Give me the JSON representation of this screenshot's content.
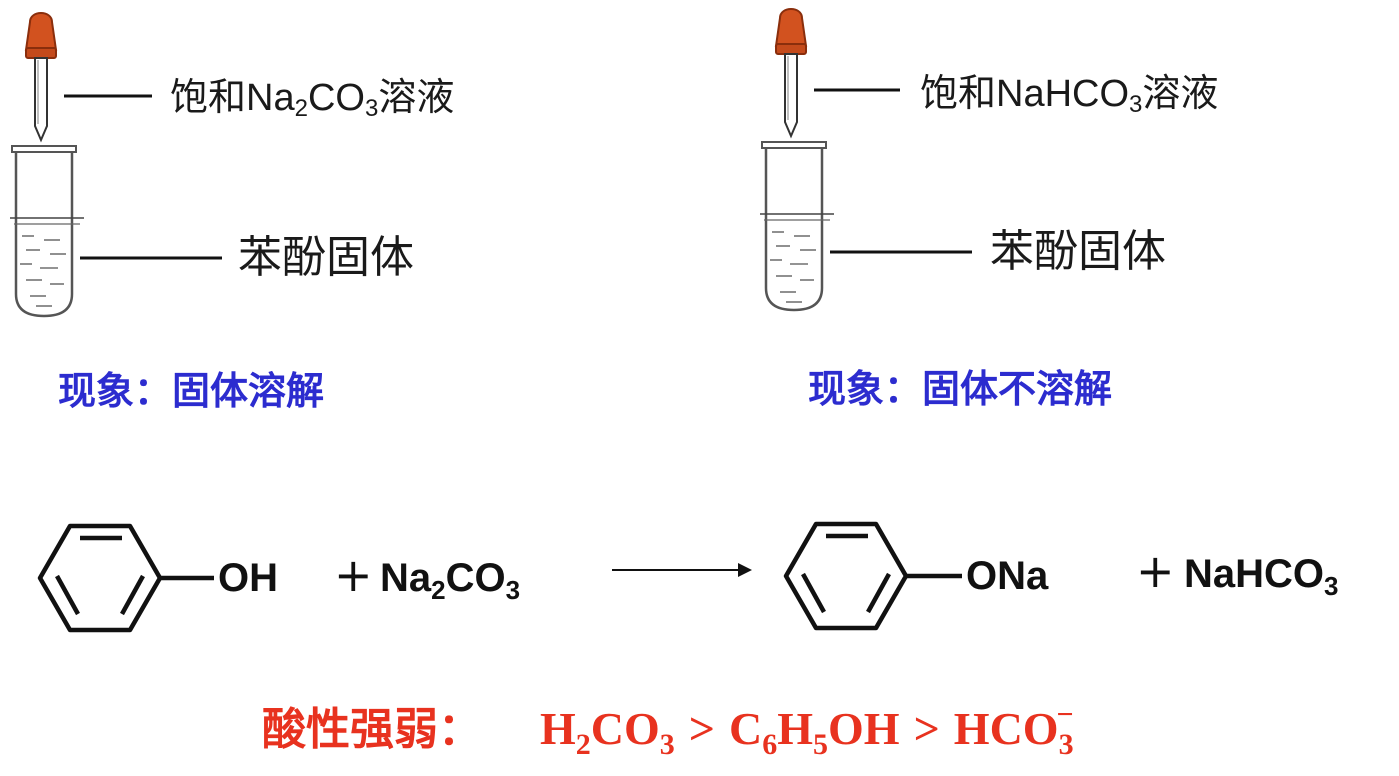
{
  "experiments": [
    {
      "reagent": {
        "prefix": "饱和",
        "formula_a": "Na",
        "sub_a": "2",
        "formula_b": "CO",
        "sub_b": "3",
        "suffix": "溶液"
      },
      "solid": "苯酚固体",
      "phenomenon_label": "现象：",
      "phenomenon_text": "固体溶解"
    },
    {
      "reagent": {
        "prefix": "饱和",
        "formula_a": "NaHCO",
        "sub_a": "3",
        "suffix": "溶液"
      },
      "solid": "苯酚固体",
      "phenomenon_label": "现象：",
      "phenomenon_text": "固体不溶解"
    }
  ],
  "equation": {
    "reactant1_group": "OH",
    "plus1": "+",
    "reactant2": {
      "a": "Na",
      "sub_a": "2",
      "b": "CO",
      "sub_b": "3"
    },
    "product1_group": "ONa",
    "plus2": "+",
    "product2": "NaHCO",
    "product2_sub": "3"
  },
  "acidity": {
    "label": "酸性强弱：",
    "h2co3": {
      "a": "H",
      "sub_a": "2",
      "b": "CO",
      "sub_b": "3"
    },
    "gt1": ">",
    "phenol": {
      "a": "C",
      "sub_a": "6",
      "b": "H",
      "sub_b": "5",
      "c": "OH"
    },
    "gt2": ">",
    "bicarbonate": {
      "a": "HCO",
      "sub": "3",
      "charge": "−"
    }
  },
  "colors": {
    "dropper_bulb": "#d2521f",
    "phenomenon_blue": "#2c2ccf",
    "acidity_red": "#e8321f",
    "line_black": "#111111",
    "tube_gray": "#555555"
  },
  "icons": [
    "dropper-icon",
    "test-tube-icon",
    "benzene-ring-icon",
    "reaction-arrow-icon"
  ]
}
